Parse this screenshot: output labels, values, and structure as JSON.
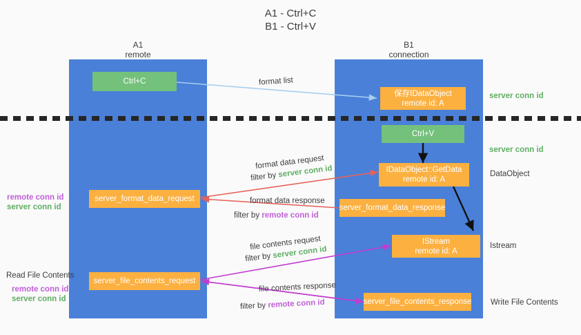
{
  "title": {
    "line1": "A1 - Ctrl+C",
    "line2": "B1 - Ctrl+V"
  },
  "lanes": [
    {
      "name": "A1",
      "sub": "remote"
    },
    {
      "name": "B1",
      "sub": "connection"
    }
  ],
  "boxes": {
    "ctrl_c": {
      "line1": "Ctrl+C"
    },
    "ctrl_v": {
      "line1": "Ctrl+V"
    },
    "save_dataobject": {
      "line1": "保存IDataObject",
      "line2": "remote id: A"
    },
    "getdata": {
      "line1": "IDataObject::GetData",
      "line2": "remote id: A"
    },
    "istream": {
      "line1": "IStream",
      "line2": "remote id: A"
    },
    "server_format_data_request": {
      "line1": "server_format_data_request"
    },
    "server_format_data_response": {
      "line1": "server_format_data_response"
    },
    "server_file_contents_request": {
      "line1": "server_file_contents_request"
    },
    "server_file_contents_response": {
      "line1": "server_file_contents_response"
    }
  },
  "flow_labels": {
    "format_list": "format list",
    "format_data_request": "format data request",
    "format_data_request_filter_prefix": "filter by ",
    "format_data_request_filter_key": "server conn id",
    "format_data_response": "format data response",
    "format_data_response_filter_prefix": "filter by ",
    "format_data_response_filter_key": "remote conn id",
    "file_contents_request": "file contents request",
    "file_contents_request_filter_prefix": "filter by ",
    "file_contents_request_filter_key": "server conn id",
    "file_contents_response": "file contents response",
    "file_contents_response_filter_prefix": "filter by ",
    "file_contents_response_filter_key": "remote conn id"
  },
  "right_labels": {
    "server_conn_id_top": "server conn id",
    "server_conn_id_mid": "server conn id",
    "dataobject": "DataObject",
    "istream": "Istream",
    "write_file_contents": "Write File Contents"
  },
  "left_labels": {
    "remote_conn_id_mid": "remote conn id",
    "server_conn_id_mid": "server conn id",
    "read_file_contents": "Read File Contents",
    "remote_conn_id_bottom": "remote conn id",
    "server_conn_id_bottom": "server conn id"
  },
  "colors": {
    "lane_blue": "#4a80d8",
    "box_green": "#74c17c",
    "box_orange": "#fbb040",
    "conn_green": "#5fae63",
    "conn_purple": "#c060d8",
    "arrow_light_blue": "#a7cdef",
    "arrow_red": "#e8625a",
    "arrow_purple": "#c23bd0",
    "arrow_black": "#111111",
    "background": "#fafafa"
  }
}
